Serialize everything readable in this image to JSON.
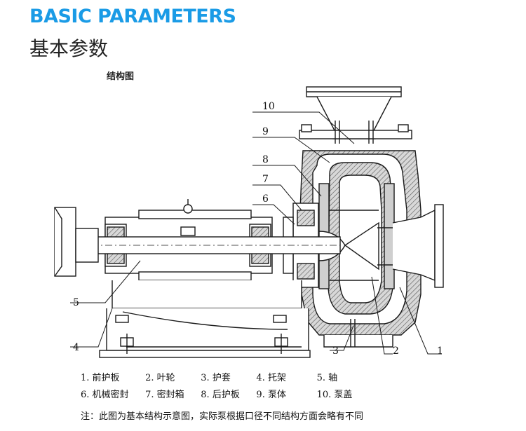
{
  "header": {
    "title_en": "BASIC PARAMETERS",
    "title_cn": "基本参数",
    "subtitle": "结构图"
  },
  "colors": {
    "accent": "#1a9be6",
    "line": "#1a1a1a",
    "section_fill": "#cfcfcf",
    "hatch": "#555555"
  },
  "callouts": [
    "1",
    "2",
    "3",
    "4",
    "5",
    "6",
    "7",
    "8",
    "9",
    "10"
  ],
  "legend": {
    "row1": [
      "1. 前护板",
      "2. 叶轮",
      "3. 护套",
      "4. 托架",
      "5. 轴"
    ],
    "row2": [
      "6. 机械密封",
      "7. 密封箱",
      "8. 后护板",
      "9. 泵体",
      "10. 泵盖"
    ]
  },
  "note": "注：此图为基本结构示意图，实际泵根据口径不同结构方面会略有不同"
}
